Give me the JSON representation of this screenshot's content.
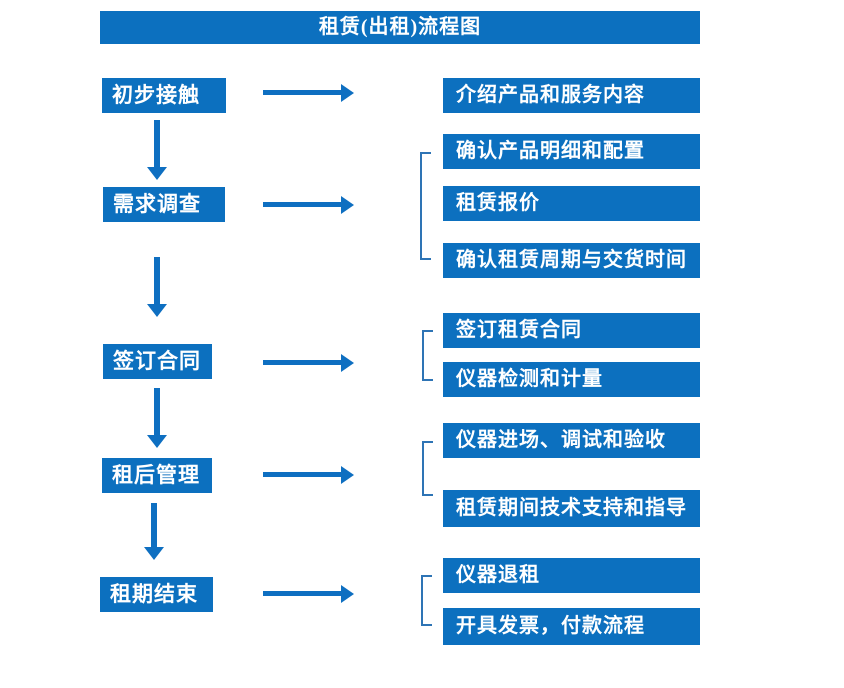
{
  "title": "租赁(出租)流程图",
  "colors": {
    "box_fill": "#0c70bf",
    "arrow": "#0e6fc1",
    "bracket": "#2e74b5",
    "text": "#ffffff",
    "background": "#ffffff"
  },
  "structure": [
    {
      "stage": "初步接触",
      "details": [
        "介绍产品和服务内容"
      ]
    },
    {
      "stage": "需求调查",
      "details": [
        "确认产品明细和配置",
        "租赁报价",
        "确认租赁周期与交货时间"
      ]
    },
    {
      "stage": "签订合同",
      "details": [
        "签订租赁合同",
        "仪器检测和计量"
      ]
    },
    {
      "stage": "租后管理",
      "details": [
        "仪器进场、调试和验收",
        "租赁期间技术支持和指导"
      ]
    },
    {
      "stage": "租期结束",
      "details": [
        "仪器退租",
        "开具发票，付款流程"
      ]
    }
  ]
}
